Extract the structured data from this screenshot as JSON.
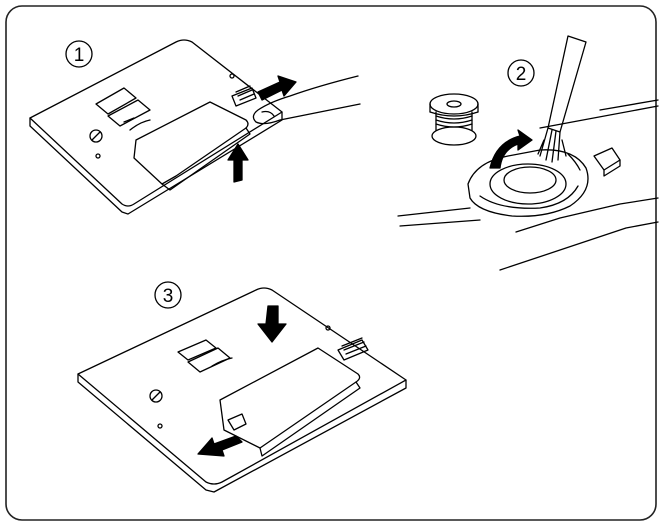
{
  "steps": [
    {
      "number": "1",
      "illustration": "remove-needle-plate-cover"
    },
    {
      "number": "2",
      "illustration": "clean-bobbin-area-with-brush"
    },
    {
      "number": "3",
      "illustration": "reinstall-needle-plate-cover"
    }
  ],
  "colors": {
    "line": "#000000",
    "paper": "#ffffff",
    "frame": "#222222"
  },
  "icons": {
    "arrow": "bold-arrow-icon",
    "curved_arrow": "curved-arrow-icon",
    "brush": "brush-icon",
    "bobbin": "bobbin-icon"
  }
}
